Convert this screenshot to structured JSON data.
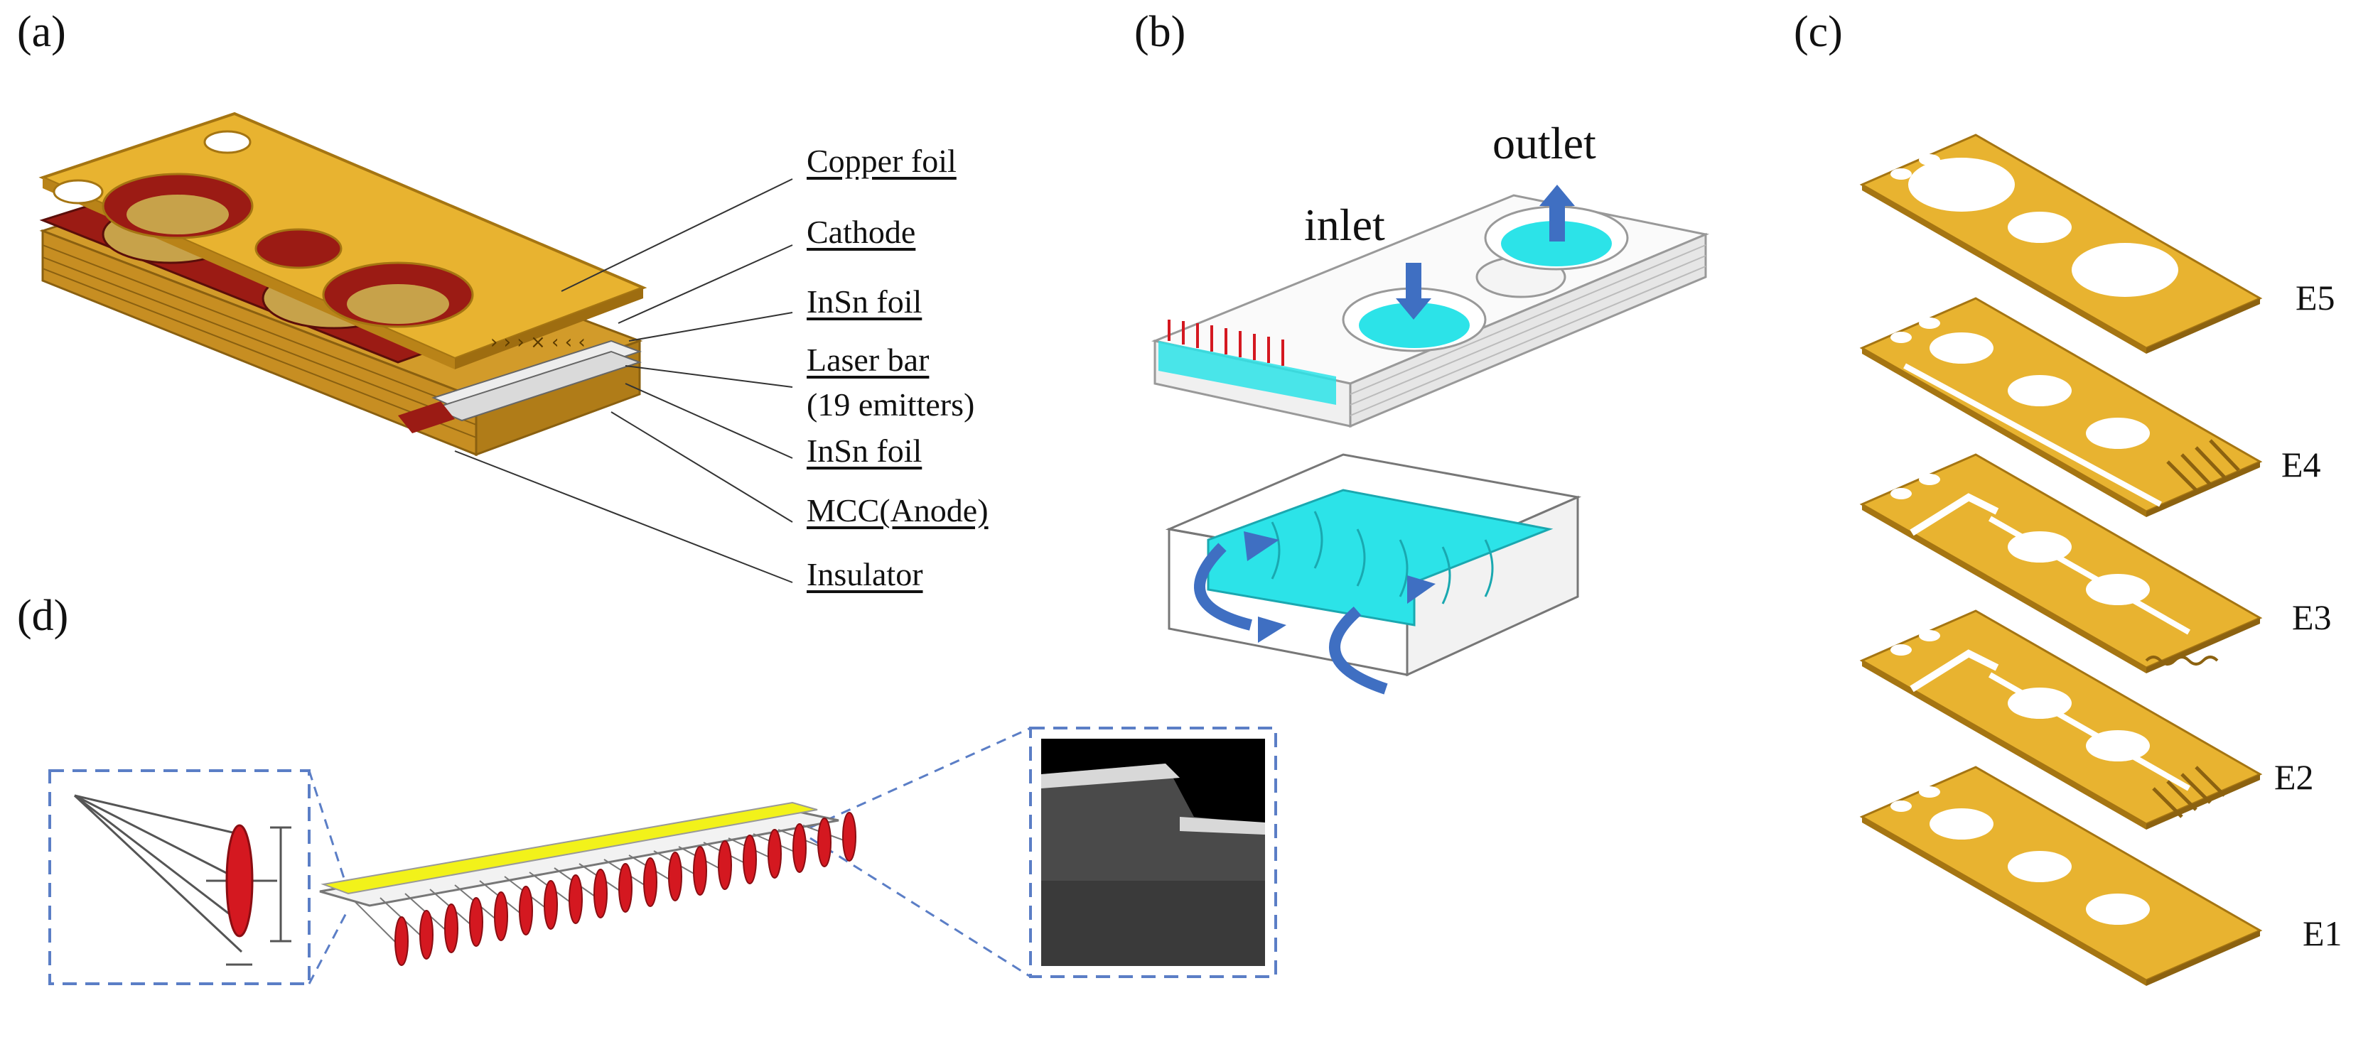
{
  "panels": {
    "a": {
      "label": "(a)"
    },
    "b": {
      "label": "(b)"
    },
    "c": {
      "label": "(c)"
    },
    "d": {
      "label": "(d)"
    }
  },
  "callouts": {
    "copper_foil": "Copper foil",
    "cathode": "Cathode",
    "insn_foil_top": "InSn foil",
    "laser_bar": "Laser bar",
    "emitters": "(19 emitters)",
    "insn_foil_bottom": "InSn foil",
    "mcc_anode": "MCC(Anode)",
    "insulator": "Insulator"
  },
  "flow": {
    "inlet": "inlet",
    "outlet": "outlet"
  },
  "layers": [
    "E5",
    "E4",
    "E3",
    "E2",
    "E1"
  ],
  "colors": {
    "copper": "#E8B330",
    "copper_edge": "#A57512",
    "cathode_red": "#9B1B14",
    "coolant_cyan": "#2CE3E8",
    "arrow_blue": "#3F6FC2",
    "emitter_red": "#D41820",
    "bar_yellow": "#F2F21A",
    "guide_blue": "#5B7EC6"
  }
}
